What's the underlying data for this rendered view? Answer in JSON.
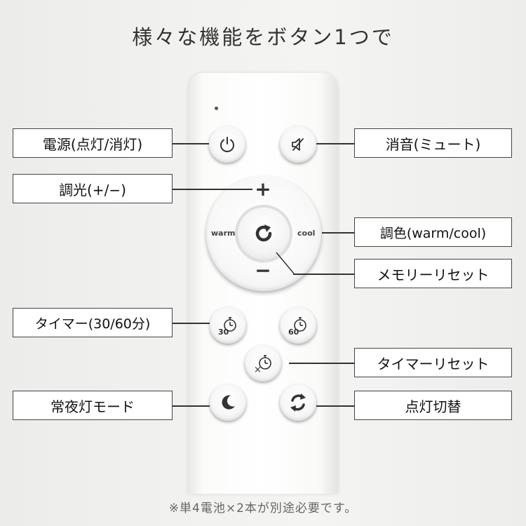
{
  "title": "様々な機能をボタン1つで",
  "footnote": "※単4電池×2本が別途必要です。",
  "remote": {
    "ring_warm": "warm",
    "ring_cool": "cool",
    "ring_plus": "+",
    "ring_minus": "−",
    "timer30_text": "30",
    "timer60_text": "60",
    "timer_reset_text": "×"
  },
  "labels": {
    "power": "電源(点灯/消灯)",
    "mute": "消音(ミュート)",
    "dimmer": "調光(+/−)",
    "color": "調色(warm/cool)",
    "memory_reset": "メモリーリセット",
    "timer": "タイマー(30/60分)",
    "timer_reset": "タイマーリセット",
    "night_mode": "常夜灯モード",
    "switch": "点灯切替"
  },
  "colors": {
    "icon": "#333333",
    "label_border": "#444444",
    "background": "#efefed"
  }
}
